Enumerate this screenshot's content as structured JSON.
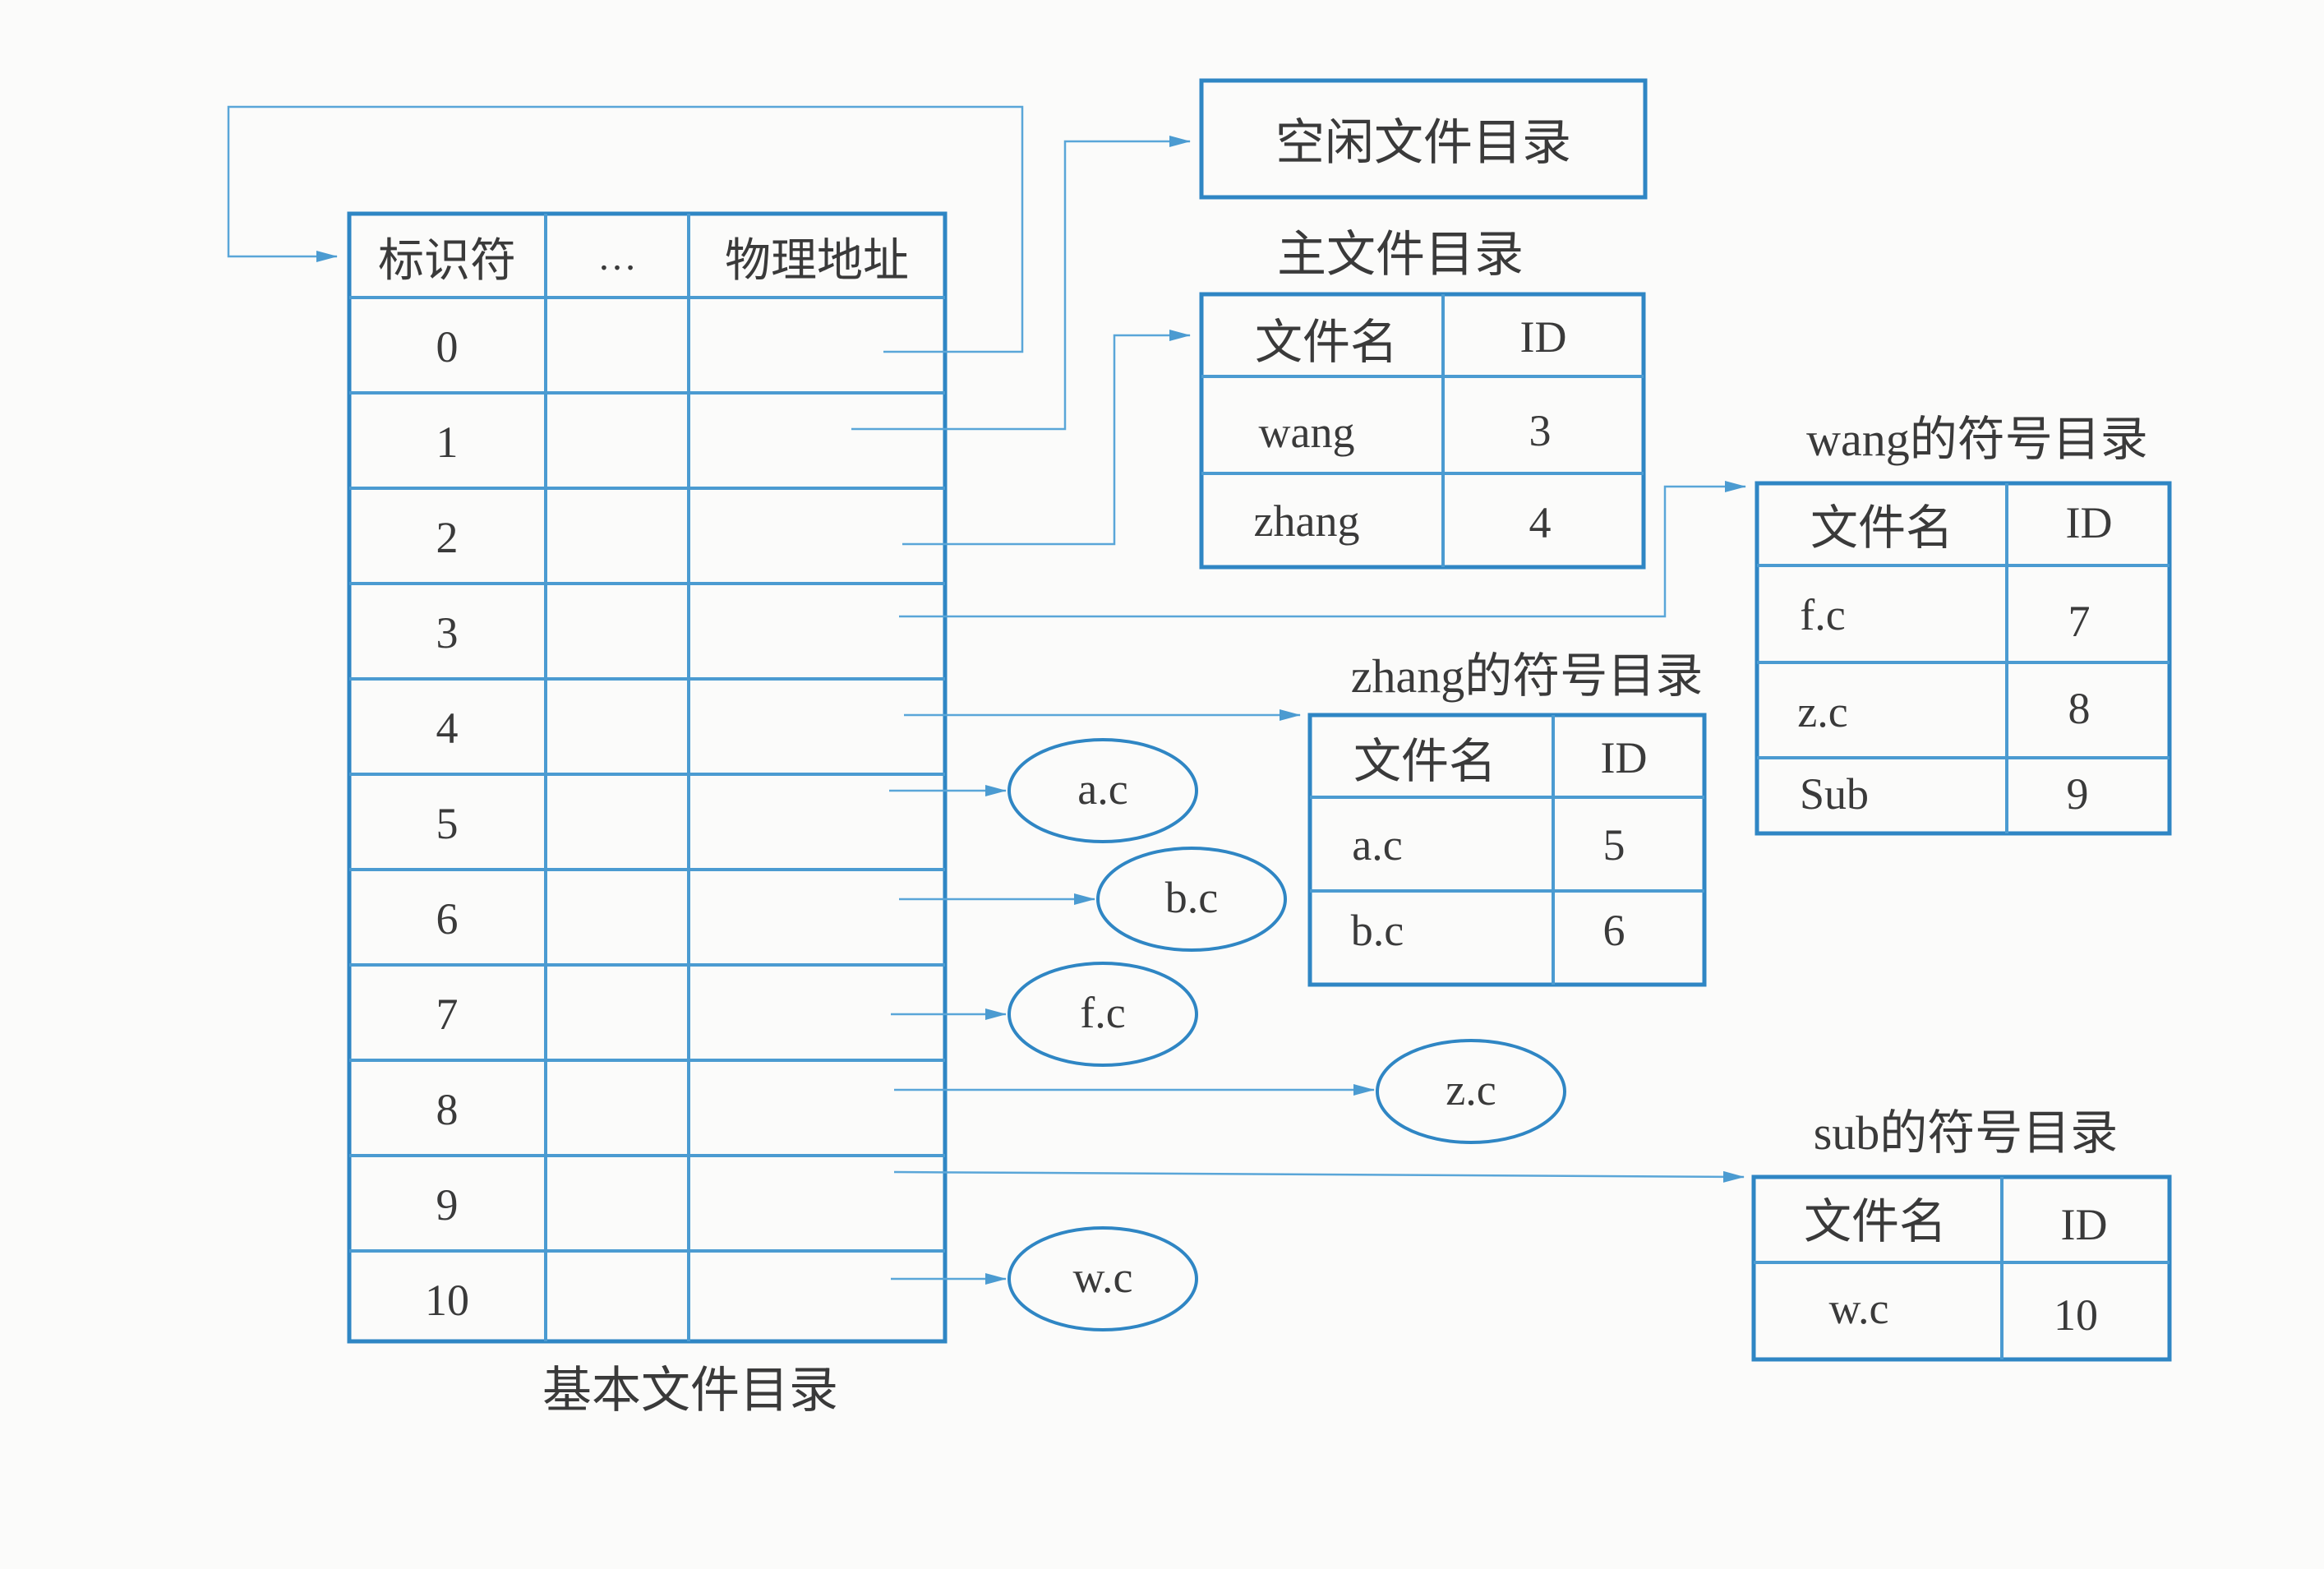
{
  "colors": {
    "line": "#4b9bd1",
    "frame": "#2f86c4",
    "text": "#3a3a3a",
    "background": "#fbfbfa"
  },
  "basic_dir": {
    "headers": [
      "标识符",
      "…",
      "物理地址"
    ],
    "rows": [
      "0",
      "1",
      "2",
      "3",
      "4",
      "5",
      "6",
      "7",
      "8",
      "9",
      "10"
    ],
    "caption": "基本文件目录"
  },
  "free_dir": {
    "label": "空闲文件目录"
  },
  "master_dir": {
    "caption": "主文件目录",
    "headers": [
      "文件名",
      "ID"
    ],
    "rows": [
      [
        "wang",
        "3"
      ],
      [
        "zhang",
        "4"
      ]
    ]
  },
  "wang_dir": {
    "caption": "wang的符号目录",
    "headers": [
      "文件名",
      "ID"
    ],
    "rows": [
      [
        "f.c",
        "7"
      ],
      [
        "z.c",
        "8"
      ],
      [
        "Sub",
        "9"
      ]
    ]
  },
  "zhang_dir": {
    "caption": "zhang的符号目录",
    "headers": [
      "文件名",
      "ID"
    ],
    "rows": [
      [
        "a.c",
        "5"
      ],
      [
        "b.c",
        "6"
      ]
    ]
  },
  "sub_dir": {
    "caption": "sub的符号目录",
    "headers": [
      "文件名",
      "ID"
    ],
    "rows": [
      [
        "w.c",
        "10"
      ]
    ]
  },
  "files": [
    "a.c",
    "b.c",
    "f.c",
    "z.c",
    "w.c"
  ]
}
